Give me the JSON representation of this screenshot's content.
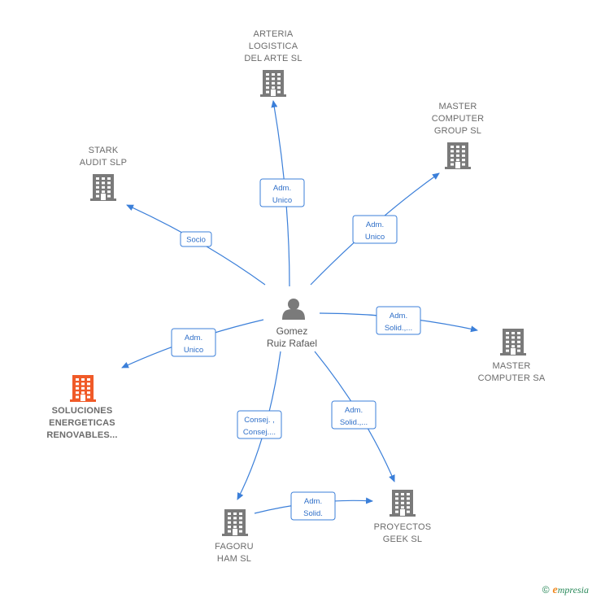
{
  "center": {
    "icon": "person-icon",
    "line1": "Gomez",
    "line2": "Ruiz Rafael"
  },
  "colors": {
    "edge": "#3b7fd9",
    "building": "#7a7a7a",
    "highlight": "#f05a28",
    "brand": "#2b8a5b"
  },
  "nodes": [
    {
      "id": "arteria",
      "icon": "building-icon",
      "lines": [
        "ARTERIA",
        "LOGISTICA",
        "DEL ARTE SL"
      ],
      "highlight": false
    },
    {
      "id": "master-group",
      "icon": "building-icon",
      "lines": [
        "MASTER",
        "COMPUTER",
        "GROUP  SL"
      ],
      "highlight": false
    },
    {
      "id": "stark",
      "icon": "building-icon",
      "lines": [
        "STARK",
        "AUDIT  SLP"
      ],
      "highlight": false
    },
    {
      "id": "master-sa",
      "icon": "building-icon",
      "lines": [
        "MASTER",
        "COMPUTER SA"
      ],
      "highlight": false
    },
    {
      "id": "soluciones",
      "icon": "building-icon",
      "lines": [
        "SOLUCIONES",
        "ENERGETICAS",
        "RENOVABLES..."
      ],
      "highlight": true
    },
    {
      "id": "proyectos",
      "icon": "building-icon",
      "lines": [
        "PROYECTOS",
        "GEEK SL"
      ],
      "highlight": false
    },
    {
      "id": "fagoru",
      "icon": "building-icon",
      "lines": [
        "FAGORU",
        "HAM  SL"
      ],
      "highlight": false
    }
  ],
  "edges": [
    {
      "to": "arteria",
      "lines": [
        "Adm.",
        "Unico"
      ]
    },
    {
      "to": "master-group",
      "lines": [
        "Adm.",
        "Unico"
      ]
    },
    {
      "to": "stark",
      "lines": [
        "Socio"
      ]
    },
    {
      "to": "master-sa",
      "lines": [
        "Adm.",
        "Solid.,..."
      ]
    },
    {
      "to": "soluciones",
      "lines": [
        "Adm.",
        "Unico"
      ]
    },
    {
      "to": "proyectos",
      "lines": [
        "Adm.",
        "Solid.,..."
      ]
    },
    {
      "to": "fagoru",
      "lines": [
        "Consej. ,",
        "Consej...."
      ]
    },
    {
      "from": "fagoru",
      "to": "proyectos",
      "lines": [
        "Adm.",
        "Solid."
      ]
    }
  ],
  "footer": {
    "copyright": "©",
    "brand_initial": "e",
    "brand_rest": "mpresia"
  }
}
